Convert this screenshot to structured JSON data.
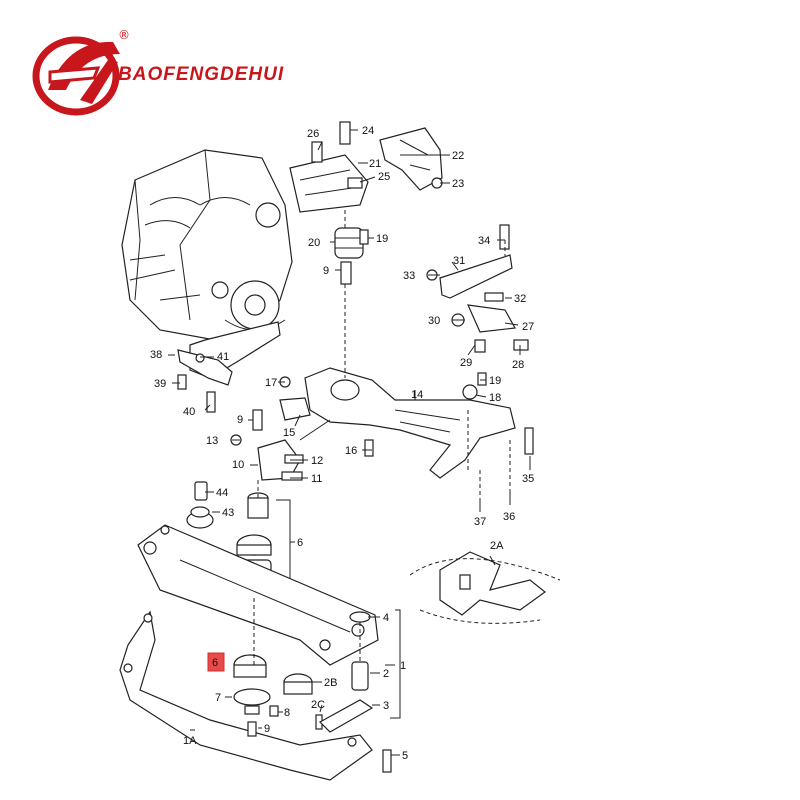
{
  "brand": {
    "name": "BAOFENGDEHUI",
    "registered_mark": "®",
    "logo_color": "#c8161d"
  },
  "highlight": {
    "label": "6",
    "color": "#e84a4a"
  },
  "callouts": {
    "c26": "26",
    "c24": "24",
    "c21": "21",
    "c22": "22",
    "c25": "25",
    "c23": "23",
    "c20": "20",
    "c19a": "19",
    "c9a": "9",
    "c34": "34",
    "c31": "31",
    "c33": "33",
    "c32": "32",
    "c30": "30",
    "c27": "27",
    "c29": "29",
    "c28": "28",
    "c38": "38",
    "c41": "41",
    "c39": "39",
    "c40": "40",
    "c17": "17",
    "c19b": "19",
    "c18": "18",
    "c14": "14",
    "c9b": "9",
    "c15": "15",
    "c13": "13",
    "c12": "12",
    "c10": "10",
    "c11": "11",
    "c16": "16",
    "c35": "35",
    "c44": "44",
    "c43": "43",
    "c6a": "6",
    "c37": "37",
    "c36": "36",
    "c2A": "2A",
    "c4": "4",
    "c1": "1",
    "c2": "2",
    "c2B": "2B",
    "c3": "3",
    "c7": "7",
    "c8": "8",
    "c2C": "2C",
    "c9c": "9",
    "c1A": "1A",
    "c5": "5"
  }
}
